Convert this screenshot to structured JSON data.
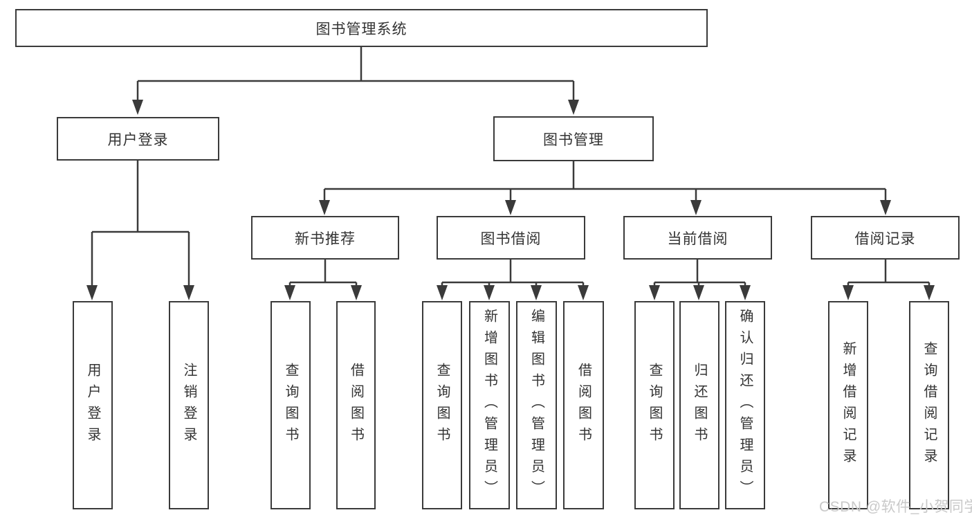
{
  "diagram": {
    "tree": {
      "label": "图书管理系统",
      "children": [
        {
          "label": "用户登录",
          "children": [
            {
              "label": "用户登录"
            },
            {
              "label": "注销登录"
            }
          ]
        },
        {
          "label": "图书管理",
          "children": [
            {
              "label": "新书推荐",
              "children": [
                {
                  "label": "查询图书"
                },
                {
                  "label": "借阅图书"
                }
              ]
            },
            {
              "label": "图书借阅",
              "children": [
                {
                  "label": "查询图书"
                },
                {
                  "label": "新增图书（管理员）"
                },
                {
                  "label": "编辑图书（管理员）"
                },
                {
                  "label": "借阅图书"
                }
              ]
            },
            {
              "label": "当前借阅",
              "children": [
                {
                  "label": "查询图书"
                },
                {
                  "label": "归还图书"
                },
                {
                  "label": "确认归还（管理员）"
                }
              ]
            },
            {
              "label": "借阅记录",
              "children": [
                {
                  "label": "新增借阅记录"
                },
                {
                  "label": "查询借阅记录"
                }
              ]
            }
          ]
        }
      ]
    },
    "watermark": "CSDN @软件_小贺同学",
    "colors": {
      "line": "#3a3a3a",
      "box_border": "#3a3a3a",
      "box_fill": "#ffffff",
      "text": "#333333",
      "watermark": "#c9c9c9",
      "background": "#ffffff"
    }
  }
}
